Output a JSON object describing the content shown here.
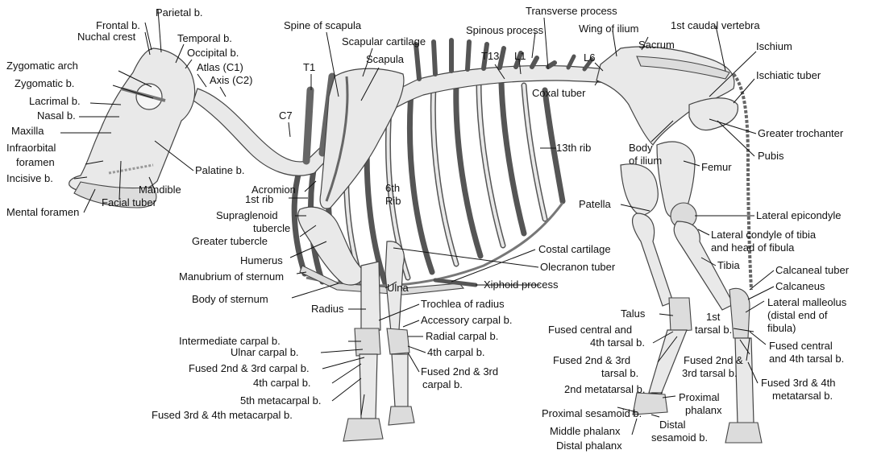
{
  "labels": {
    "nuchal_crest": "Nuchal crest",
    "parietal": "Parietal b.",
    "frontal": "Frontal b.",
    "temporal": "Temporal b.",
    "occipital": "Occipital b.",
    "zygomatic_arch": "Zygomatic arch",
    "atlas": "Atlas (C1)",
    "axis": "Axis (C2)",
    "zygomatic": "Zygomatic b.",
    "lacrimal": "Lacrimal b.",
    "nasal": "Nasal b.",
    "maxilla": "Maxilla",
    "infraorbital_1": "Infraorbital",
    "infraorbital_2": "foramen",
    "incisive": "Incisive b.",
    "mental_foramen": "Mental foramen",
    "facial_tuber": "Facial tuber",
    "mandible": "Mandible",
    "palatine": "Palatine b.",
    "spine_scapula": "Spine of scapula",
    "scapular_cartilage": "Scapular cartilage",
    "scapula": "Scapula",
    "t1": "T1",
    "c7": "C7",
    "acromion": "Acromion",
    "first_rib": "1st rib",
    "supraglenoid_1": "Supraglenoid",
    "supraglenoid_2": "tubercle",
    "greater_tubercle": "Greater tubercle",
    "humerus": "Humerus",
    "manubrium": "Manubrium of sternum",
    "body_sternum": "Body of sternum",
    "radius": "Radius",
    "ulna": "Ulna",
    "sixth_rib_1": "6th",
    "sixth_rib_2": "Rib",
    "transverse_process": "Transverse process",
    "spinous_process": "Spinous process",
    "t13": "T13",
    "l1": "L1",
    "wing_ilium": "Wing of ilium",
    "l6": "L6",
    "sacrum": "Sacrum",
    "first_caudal": "1st caudal vertebra",
    "ischium": "Ischium",
    "ischiatic_tuber": "Ischiatic tuber",
    "coxal_tuber": "Coxal tuber",
    "greater_trochanter": "Greater trochanter",
    "pubis": "Pubis",
    "body_ilium_1": "Body",
    "body_ilium_2": "of ilium",
    "thirteenth_rib": "13th rib",
    "femur": "Femur",
    "patella": "Patella",
    "lateral_epicondyle": "Lateral epicondyle",
    "lat_condyle_1": "Lateral condyle of tibia",
    "lat_condyle_2": "and head of fibula",
    "costal_cartilage": "Costal cartilage",
    "olecranon": "Olecranon tuber",
    "xiphoid": "Xiphoid process",
    "trochlea_radius": "Trochlea of radius",
    "accessory_carpal": "Accessory carpal b.",
    "radial_carpal": "Radial carpal b.",
    "fourth_carpal_r": "4th carpal b.",
    "fused23_carpal_1": "Fused 2nd & 3rd",
    "fused23_carpal_2": "carpal b.",
    "intermediate_carpal": "Intermediate carpal b.",
    "ulnar_carpal": "Ulnar carpal b.",
    "fused23_carpal_l": "Fused 2nd & 3rd carpal b.",
    "fourth_carpal_l": "4th carpal b.",
    "fifth_metacarpal": "5th metacarpal b.",
    "fused34_metacarpal": "Fused 3rd & 4th metacarpal b.",
    "tibia": "Tibia",
    "calcaneal_tuber": "Calcaneal tuber",
    "calcaneus": "Calcaneus",
    "talus": "Talus",
    "lat_malleolus_1": "Lateral malleolus",
    "lat_malleolus_2": "(distal end of",
    "lat_malleolus_3": "fibula)",
    "fused_central_l_1": "Fused central and",
    "fused_central_l_2": "4th tarsal b.",
    "first_tarsal_1": "1st",
    "first_tarsal_2": "tarsal b.",
    "fused23_tarsal_l_1": "Fused 2nd & 3rd",
    "fused23_tarsal_l_2": "tarsal b.",
    "fused_central_r_1": "Fused central",
    "fused_central_r_2": "and 4th tarsal b.",
    "fused23_tarsal_r_1": "Fused 2nd &",
    "fused23_tarsal_r_2": "3rd tarsal b.",
    "second_metatarsal": "2nd metatarsal b.",
    "fused34_metatarsal_1": "Fused 3rd & 4th",
    "fused34_metatarsal_2": "metatarsal b.",
    "proximal_sesamoid": "Proximal sesamoid b.",
    "proximal_phalanx_1": "Proximal",
    "proximal_phalanx_2": "phalanx",
    "middle_phalanx": "Middle phalanx",
    "distal_sesamoid_1": "Distal",
    "distal_sesamoid_2": "sesamoid b.",
    "distal_phalanx": "Distal phalanx"
  }
}
